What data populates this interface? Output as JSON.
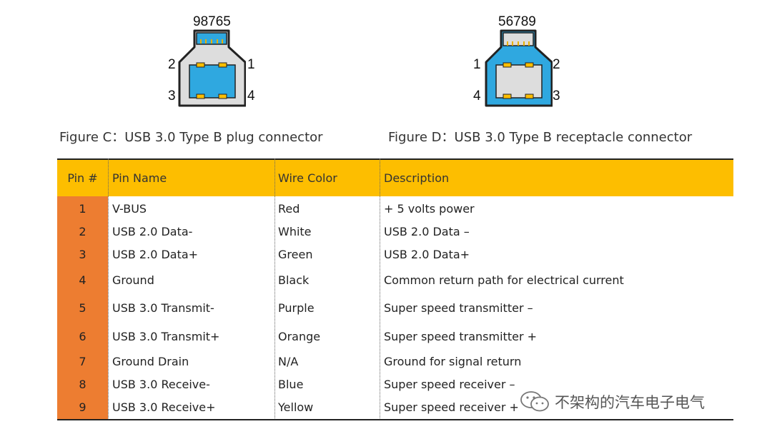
{
  "figures": {
    "plug": {
      "top_pins": "98765",
      "left_upper": "2",
      "left_lower": "3",
      "right_upper": "1",
      "right_lower": "4",
      "caption": "Figure C：USB 3.0 Type B plug connector"
    },
    "receptacle": {
      "top_pins": "56789",
      "left_upper": "1",
      "left_lower": "4",
      "right_upper": "2",
      "right_lower": "3",
      "caption": "Figure D：USB 3.0 Type B receptacle connector"
    }
  },
  "table": {
    "headers": {
      "pin": "Pin #",
      "name": "Pin Name",
      "color": "Wire Color",
      "desc": "Description"
    },
    "rows": [
      {
        "pin": "1",
        "name": "V-BUS",
        "color": "Red",
        "desc": "+ 5 volts power"
      },
      {
        "pin": "2",
        "name": "USB 2.0 Data-",
        "color": "White",
        "desc": "USB 2.0 Data –"
      },
      {
        "pin": "3",
        "name": "USB 2.0 Data+",
        "color": "Green",
        "desc": "USB 2.0 Data+"
      },
      {
        "pin": "4",
        "name": "Ground",
        "color": "Black",
        "desc": "Common return path for electrical current"
      },
      {
        "pin": "5",
        "name": "USB 3.0 Transmit-",
        "color": "Purple",
        "desc": "Super speed transmitter –"
      },
      {
        "pin": "6",
        "name": "USB 3.0 Transmit+",
        "color": "Orange",
        "desc": "Super speed transmitter +"
      },
      {
        "pin": "7",
        "name": "Ground Drain",
        "color": "N/A",
        "desc": "Ground for signal return"
      },
      {
        "pin": "8",
        "name": "USB 3.0 Receive-",
        "color": "Blue",
        "desc": "Super speed receiver –"
      },
      {
        "pin": "9",
        "name": "USB 3.0 Receive+",
        "color": "Yellow",
        "desc": "Super speed receiver +"
      }
    ]
  },
  "watermark": {
    "text": "不架构的汽车电子电气",
    "icon": "wechat-icon"
  },
  "colors": {
    "header": "#FDBE00",
    "pin_column": "#ED7D31",
    "connector_blue": "#2FA8E0",
    "connector_gray": "#DDDDDD"
  }
}
